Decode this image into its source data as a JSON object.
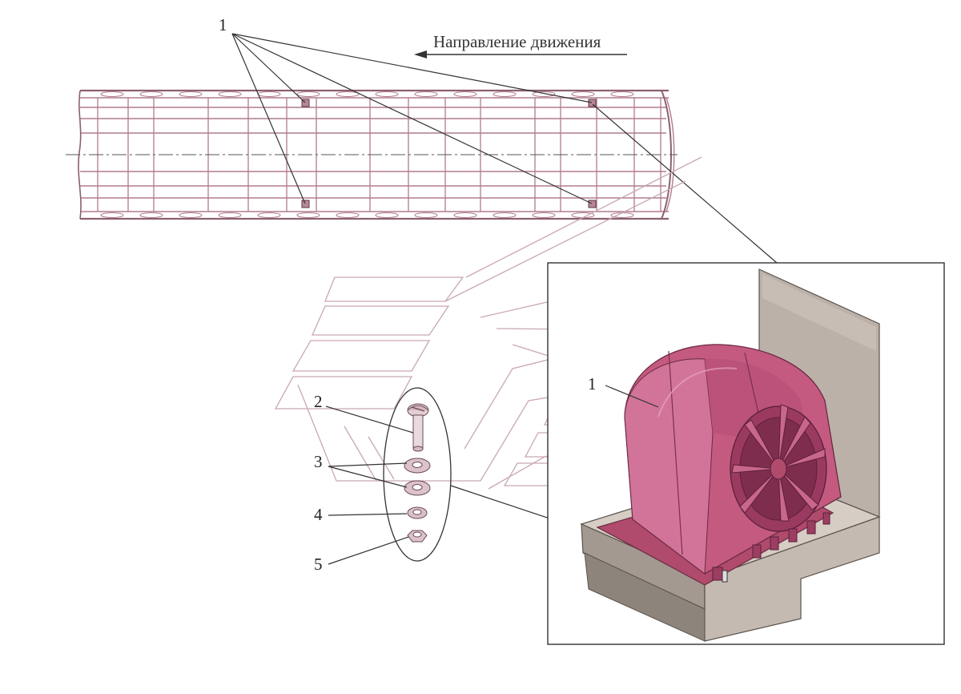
{
  "direction_text": "Направление движения",
  "labels": {
    "top_callout": "1",
    "inset_fan": "1",
    "screw": "2",
    "washers": "3",
    "lock_washer": "4",
    "nut": "5"
  },
  "colors": {
    "outline": "#9c6f7c",
    "frame": "#c79aa8",
    "ghost": "#c9a8b0",
    "fan_body": "#c0577a",
    "fan_light": "#d98aa6",
    "fan_dark": "#8e3556",
    "bracket": "#b9ada4",
    "bracket_dark": "#6e6760",
    "leader": "#333333"
  }
}
